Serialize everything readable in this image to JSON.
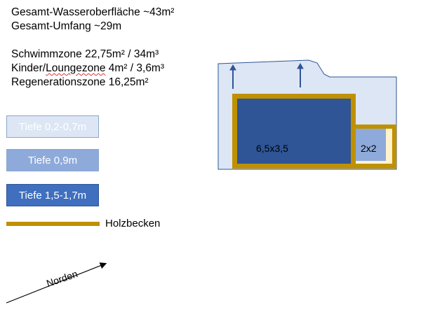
{
  "stats": {
    "total_area": "Gesamt-Wasseroberfläche ~43m²",
    "total_perimeter": "Gesamt-Umfang ~29m",
    "swim_zone": "Schwimmzone 22,75m² / 34m³",
    "kids_zone_a": "Kinder/",
    "kids_zone_b": "Loungezone",
    "kids_zone_c": " 4m² / 3,6m³",
    "regen_zone": "Regenerationszone 16,25m²"
  },
  "legend": {
    "shallow": "Tiefe 0,2-0,7m",
    "medium": "Tiefe 0,9m",
    "deep": "Tiefe 1,5-1,7m",
    "wood": "Holzbecken"
  },
  "plan": {
    "main_basin": "6,5x3,5",
    "small_basin": "2x2"
  },
  "compass": "Norden",
  "colors": {
    "shallow": "#dce6f4",
    "medium": "#8eaadb",
    "deep": "#2f5597",
    "wood": "#bf9000",
    "outline": "#2f5597"
  }
}
